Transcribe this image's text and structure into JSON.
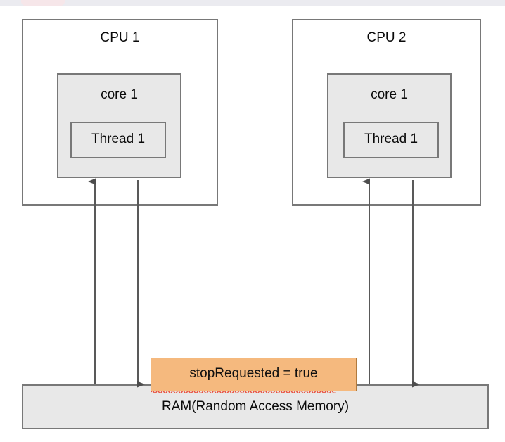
{
  "diagram": {
    "title_present": false,
    "colors": {
      "box_border": "#787878",
      "box_fill_gray": "#e8e8e8",
      "box_fill_white": "#ffffff",
      "callout_fill": "#f5b97e",
      "callout_border": "#b07a3e",
      "arrow_stroke": "#595959",
      "spellcheck_underline": "#e8523f",
      "text": "#0a0a0a"
    },
    "cpus": [
      {
        "label": "CPU 1",
        "core": {
          "label": "core 1"
        },
        "thread": {
          "label": "Thread 1"
        }
      },
      {
        "label": "CPU 2",
        "core": {
          "label": "core 1"
        },
        "thread": {
          "label": "Thread 1"
        }
      }
    ],
    "memory": {
      "label": "RAM(Random Access Memory)"
    },
    "callout": {
      "label": "stopRequested = true",
      "has_spellcheck_underline": true
    },
    "arrows": [
      {
        "name": "cpu1-read-from-ram",
        "direction": "up",
        "from": "RAM",
        "to": "CPU 1 core 1"
      },
      {
        "name": "cpu1-write-to-ram",
        "direction": "down",
        "from": "CPU 1 core 1",
        "to": "RAM"
      },
      {
        "name": "cpu2-read-from-ram",
        "direction": "up",
        "from": "RAM",
        "to": "CPU 2 core 1"
      },
      {
        "name": "cpu2-write-to-ram",
        "direction": "down",
        "from": "CPU 2 core 1",
        "to": "RAM"
      }
    ]
  }
}
